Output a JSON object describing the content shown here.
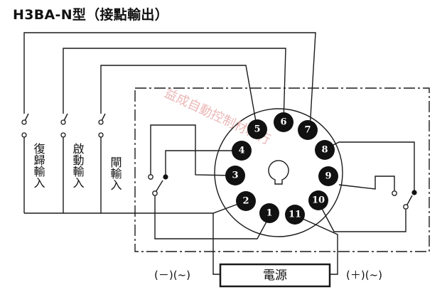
{
  "title": "H3BA-N型（接點輸出）",
  "inputs": {
    "reset": "復歸輸入",
    "start": "啟動輸入",
    "gate": "閘輸入"
  },
  "pins": [
    "1",
    "2",
    "3",
    "4",
    "5",
    "6",
    "7",
    "8",
    "9",
    "10",
    "11"
  ],
  "power": {
    "label": "電源",
    "left": "(－)(~)",
    "right": "(＋)(~)"
  },
  "watermark": "益成自動控制材料行",
  "colors": {
    "line": "#1a1a1a",
    "pin": "#111111",
    "watermark": "#e8a6a6"
  }
}
